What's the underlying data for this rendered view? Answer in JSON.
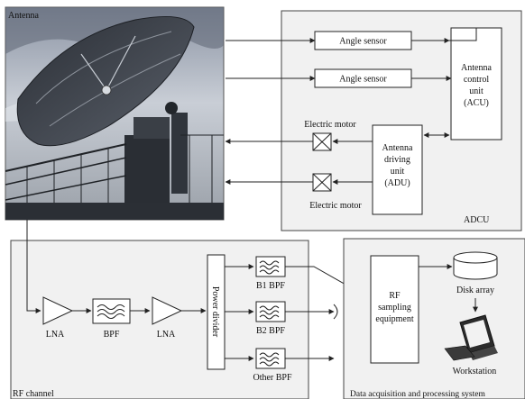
{
  "antenna": {
    "label": "Antenna"
  },
  "adcu": {
    "label": "ADCU",
    "angle_sensor_1": "Angle sensor",
    "angle_sensor_2": "Angle sensor",
    "acu": {
      "line1": "Antenna",
      "line2": "control",
      "line3": "unit",
      "line4": "(ACU)"
    },
    "adu": {
      "line1": "Antenna",
      "line2": "driving",
      "line3": "unit",
      "line4": "(ADU)"
    },
    "motor_1": "Electric motor",
    "motor_2": "Electric motor"
  },
  "rf_channel": {
    "label": "RF channel",
    "lna_1": "LNA",
    "bpf": "BPF",
    "lna_2": "LNA",
    "power_divider": "Power divider",
    "b1_bpf": "B1 BPF",
    "b2_bpf": "B2 BPF",
    "other_bpf": "Other BPF"
  },
  "daps": {
    "label": "Data acquisition and processing system",
    "rf_sampling": {
      "line1": "RF",
      "line2": "sampling",
      "line3": "equipment"
    },
    "disk_array": "Disk array",
    "workstation": "Workstation"
  },
  "colors": {
    "frame_fill": "#f1f1f1",
    "box_fill": "#ffffff",
    "line": "#222222"
  }
}
